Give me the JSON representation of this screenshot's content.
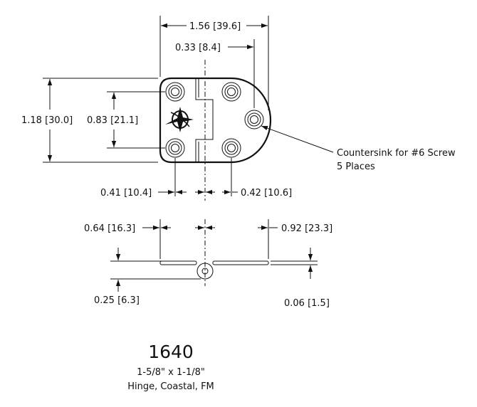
{
  "dimensions": {
    "overall_width": "1.56 [39.6]",
    "hole_offset": "0.33 [8.4]",
    "overall_height": "1.18 [30.0]",
    "hole_spacing": "0.83 [21.1]",
    "left_leaf": "0.41 [10.4]",
    "right_leaf": "0.42 [10.6]",
    "open_left": "0.64 [16.3]",
    "open_right": "0.92 [23.3]",
    "knuckle_height": "0.25 [6.3]",
    "thickness": "0.06 [1.5]"
  },
  "callout": {
    "line1": "Countersink for #6 Screw",
    "line2": "5 Places"
  },
  "product": {
    "number": "1640",
    "size": "1-5/8\" x 1-1/8\"",
    "description": "Hinge, Coastal, FM"
  }
}
